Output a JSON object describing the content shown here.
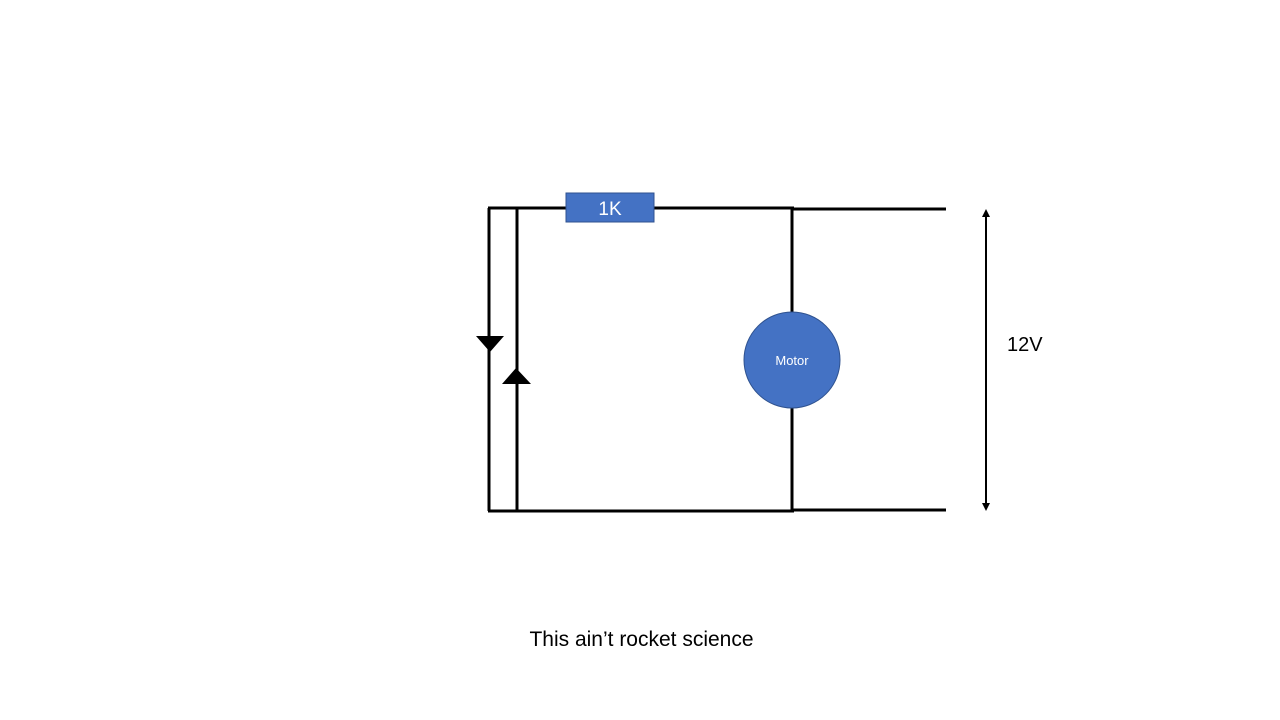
{
  "diagram": {
    "resistor": {
      "label": "1K",
      "fill_color": "#4472c4",
      "stroke_color": "#2f528f",
      "text_color": "#ffffff"
    },
    "motor": {
      "label": "Motor",
      "fill_color": "#4472c4",
      "stroke_color": "#2f528f",
      "text_color": "#ffffff"
    },
    "voltage": {
      "label": "12V"
    },
    "wire_color": "#000000"
  },
  "caption": "This ain’t rocket science"
}
